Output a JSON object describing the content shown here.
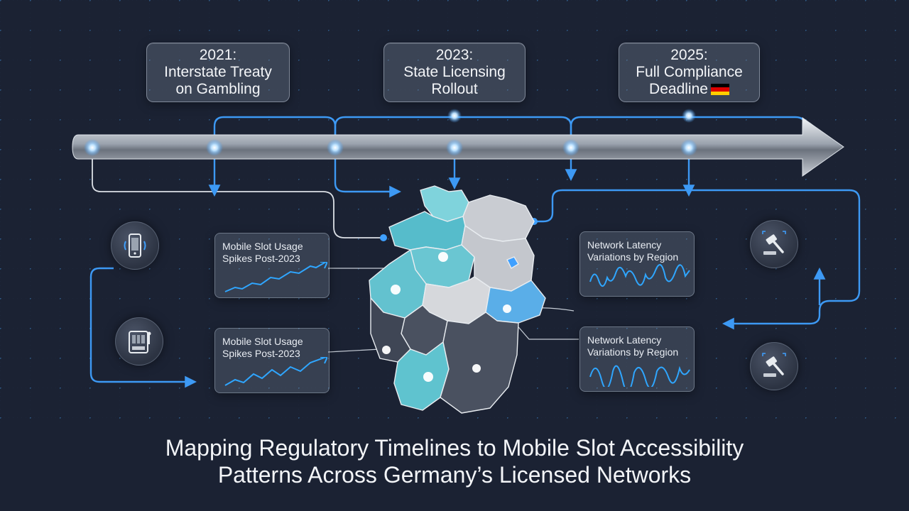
{
  "milestones": [
    {
      "line1": "2021:",
      "line2": "Interstate Treaty",
      "line3": "on Gambling"
    },
    {
      "line1": "2023:",
      "line2": "State Licensing",
      "line3": "Rollout"
    },
    {
      "line1": "2025:",
      "line2": "Full Compliance",
      "line3": "Deadline"
    }
  ],
  "cards": [
    {
      "line1": "Mobile Slot Usage",
      "line2": "Spikes Post-2023"
    },
    {
      "line1": "Mobile Slot Usage",
      "line2": "Spikes Post-2023"
    },
    {
      "line1": "Network Latency",
      "line2": "Variations by Region"
    },
    {
      "line1": "Network Latency",
      "line2": "Variations by Region"
    }
  ],
  "title": {
    "line1": "Mapping Regulatory Timelines to Mobile Slot Accessibility",
    "line2": "Patterns Across Germany’s Licensed Networks"
  },
  "icons": {
    "left_top": "smartphone-icon",
    "left_bottom": "slot-machine-icon",
    "right_top": "gavel-icon",
    "right_bottom": "gavel-icon"
  },
  "colors": {
    "background": "#1b2233",
    "connector": "#3fa0ff",
    "teal_region": "#5fc3cf",
    "dark_region": "#4a5160",
    "light_region": "#c9ccd2",
    "highlight_region": "#5aaee8",
    "flag": [
      "#000000",
      "#dd0000",
      "#ffce00"
    ]
  }
}
